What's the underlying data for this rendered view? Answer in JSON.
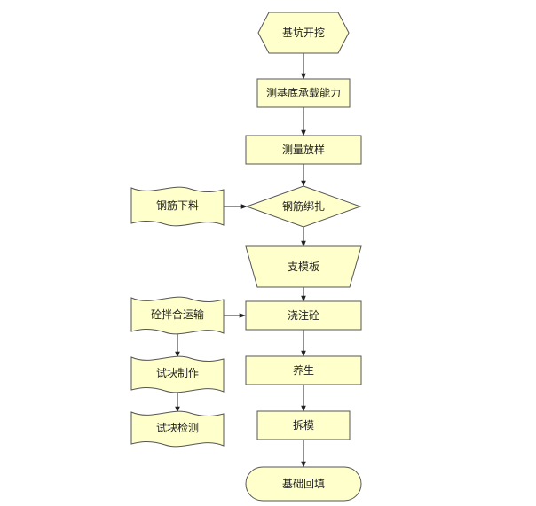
{
  "colors": {
    "fill": "#ffffcc",
    "stroke": "#555555",
    "line": "#222222",
    "background": "#ffffff"
  },
  "nodes": {
    "excavation": "基坑开挖",
    "bearing_test": "测基底承载能力",
    "survey_layout": "测量放样",
    "rebar_cutting": "钢筋下料",
    "rebar_tying": "钢筋绑扎",
    "formwork": "支模板",
    "concrete_mixing": "砼拌合运输",
    "pouring": "浇注砼",
    "curing": "养生",
    "specimen_making": "试块制作",
    "formwork_removal": "拆模",
    "specimen_testing": "试块检测",
    "backfill": "基础回填"
  }
}
